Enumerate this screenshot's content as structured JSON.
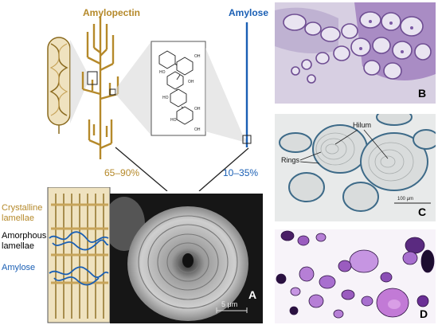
{
  "labels": {
    "amylopectin": "Amylopectin",
    "amylose": "Amylose",
    "pct_amylopectin": "65–90%",
    "pct_amylose": "10–35%",
    "crystalline": "Crystalline\nlamellae",
    "amorphous": "Amorphous\nlamellae",
    "amylose_side": "Amylose"
  },
  "panels": {
    "A": {
      "letter": "A",
      "scale": "5 μm"
    },
    "B": {
      "letter": "B"
    },
    "C": {
      "letter": "C",
      "hilum": "Hilum",
      "rings": "Rings",
      "scale": "100 μm"
    },
    "D": {
      "letter": "D"
    }
  },
  "colors": {
    "amylopectin": "#b5892a",
    "amylose": "#1a5fb4",
    "crystalline_text": "#b5892a",
    "amylose_text": "#1a5fb4"
  }
}
